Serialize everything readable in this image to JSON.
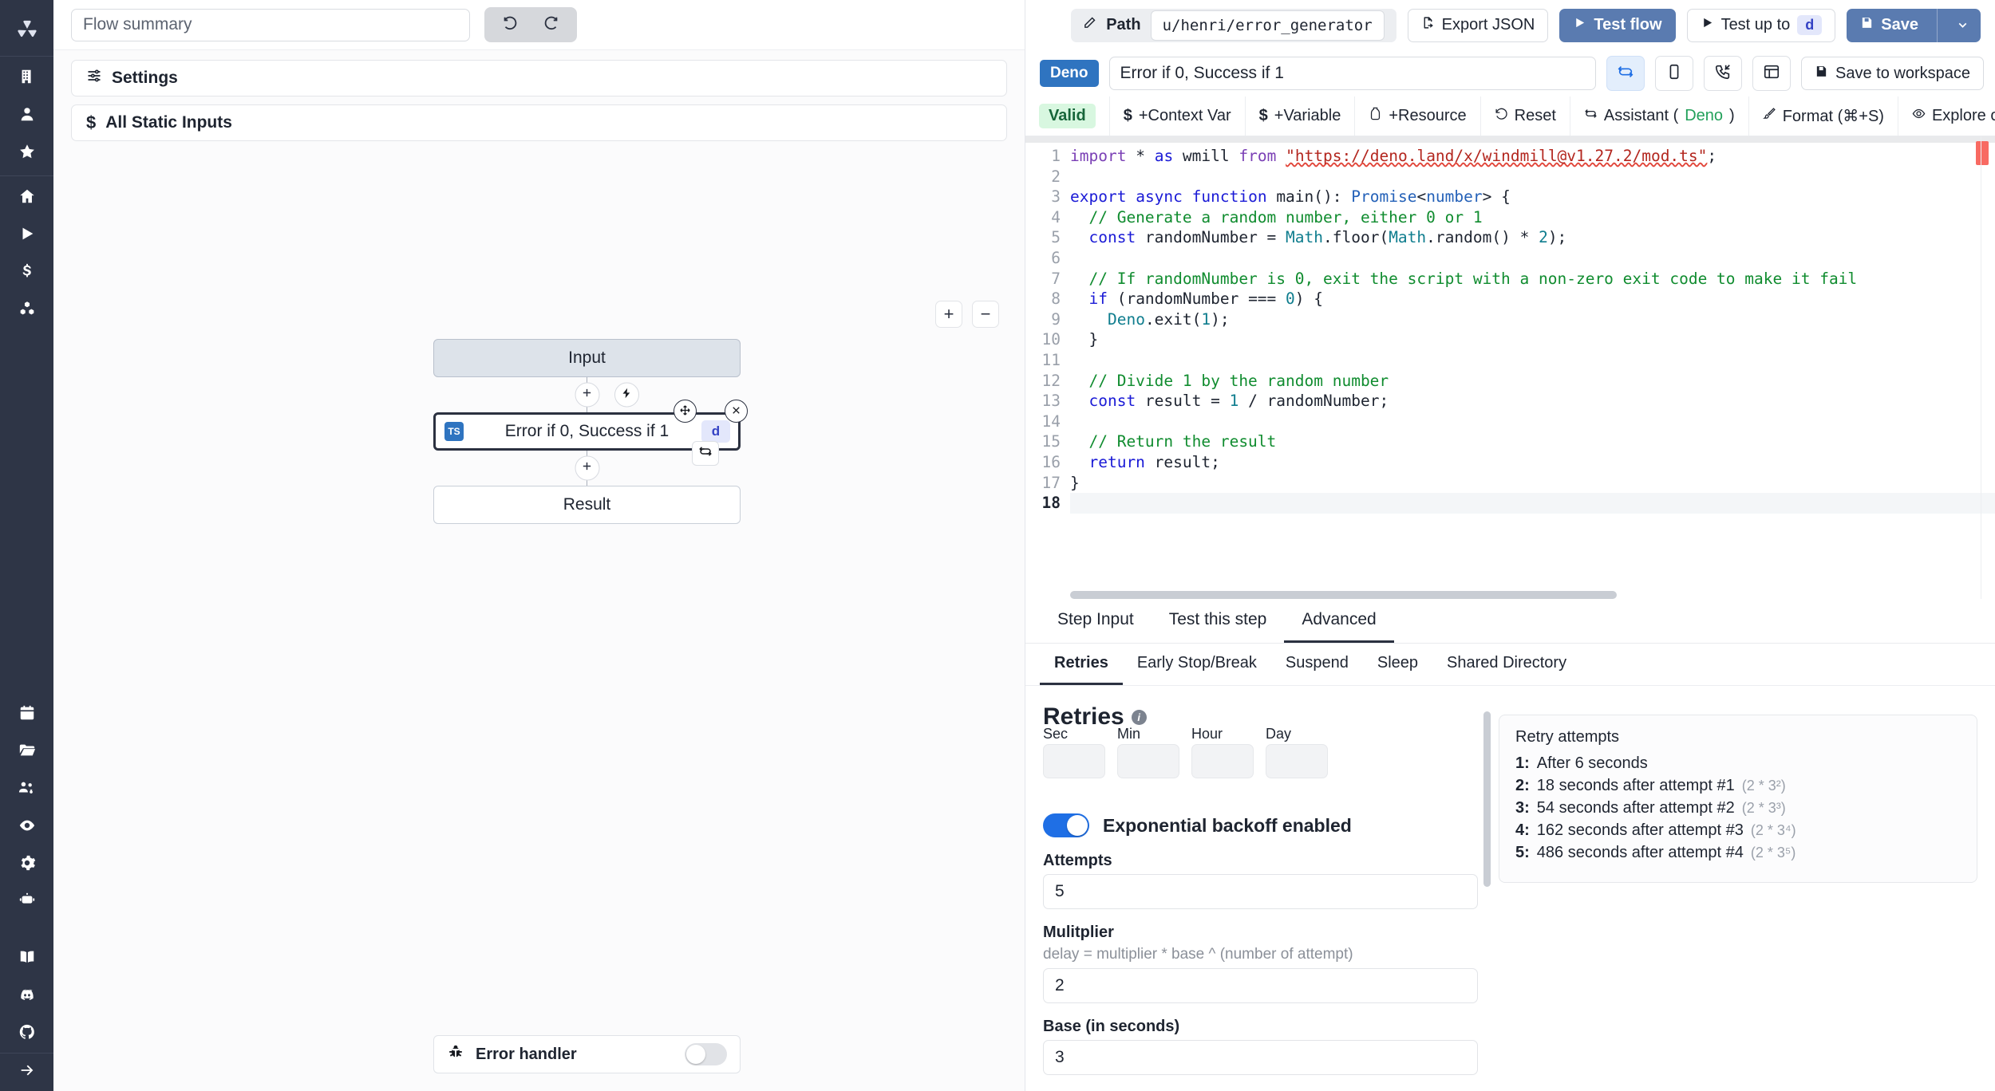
{
  "sidebar": {
    "logo_icon": "windmill-logo-icon",
    "top_items": [
      {
        "icon": "building-icon",
        "name": "workspace"
      },
      {
        "icon": "user-icon",
        "name": "profile"
      },
      {
        "icon": "star-icon",
        "name": "favorites"
      }
    ],
    "main_items": [
      {
        "icon": "home-icon",
        "name": "home"
      },
      {
        "icon": "play-icon",
        "name": "runs"
      },
      {
        "icon": "dollar-icon",
        "name": "variables"
      },
      {
        "icon": "cubes-icon",
        "name": "resources"
      }
    ],
    "lower_items": [
      {
        "icon": "calendar-icon",
        "name": "schedules"
      },
      {
        "icon": "folder-icon",
        "name": "folders"
      },
      {
        "icon": "users-cog-icon",
        "name": "groups"
      },
      {
        "icon": "eye-icon",
        "name": "audit-logs"
      },
      {
        "icon": "gear-icon",
        "name": "settings"
      },
      {
        "icon": "robot-icon",
        "name": "workers"
      }
    ],
    "footer_items": [
      {
        "icon": "book-icon",
        "name": "docs"
      },
      {
        "icon": "discord-icon",
        "name": "discord"
      },
      {
        "icon": "github-icon",
        "name": "github"
      }
    ],
    "collapse_icon": "arrow-right-icon"
  },
  "topbar": {
    "flow_summary_placeholder": "Flow summary",
    "flow_summary_value": "",
    "undo_icon": "undo-icon",
    "redo_icon": "redo-icon",
    "path_label": "Path",
    "path_edit_icon": "pencil-icon",
    "path_value": "u/henri/error_generator",
    "export_json_label": "Export JSON",
    "export_json_icon": "file-export-icon",
    "test_flow_label": "Test flow",
    "test_flow_icon": "play-icon",
    "test_up_to_label": "Test up to",
    "test_up_to_icon": "play-icon",
    "test_up_to_kbd": "d",
    "save_label": "Save",
    "save_icon": "save-icon",
    "save_caret_icon": "chevron-down-icon"
  },
  "left_panels": [
    {
      "icon": "sliders-icon",
      "label": "Settings",
      "name": "settings"
    },
    {
      "icon": "dollar-icon",
      "label": "All Static Inputs",
      "name": "all-static-inputs"
    }
  ],
  "canvas": {
    "zoom_in_label": "+",
    "zoom_out_label": "−",
    "nodes": [
      {
        "label": "Input",
        "type": "input"
      },
      {
        "label": "Error if 0, Success if 1",
        "type": "step",
        "lang_badge": "TS",
        "shortcut": "d"
      },
      {
        "label": "Result",
        "type": "result"
      }
    ],
    "add_step_icon": "plus-circle-icon",
    "branch_icon": "bolt-icon",
    "move_icon": "move-icon",
    "close_icon": "close-icon",
    "retry_icon": "retry-icon",
    "error_handler": {
      "icon": "bug-icon",
      "label": "Error handler",
      "enabled": false
    }
  },
  "step": {
    "language_badge": "Deno",
    "name_value": "Error if 0, Success if 1",
    "actions": [
      {
        "icon": "retry-icon",
        "name": "toggle-retries",
        "active": true
      },
      {
        "icon": "mobile-icon",
        "name": "mobile-preview",
        "active": false
      },
      {
        "icon": "phone-incoming-icon",
        "name": "webhooks",
        "active": false
      },
      {
        "icon": "layout-icon",
        "name": "layout",
        "active": false
      }
    ],
    "save_to_workspace_label": "Save to workspace",
    "save_to_workspace_icon": "save-icon",
    "toolbar": [
      {
        "label": "Valid",
        "name": "validity-badge",
        "style": "badge-green"
      },
      {
        "label": "+Context Var",
        "icon": "dollar-icon",
        "name": "add-context-var"
      },
      {
        "label": "+Variable",
        "icon": "dollar-icon",
        "name": "add-variable"
      },
      {
        "label": "+Resource",
        "icon": "resource-icon",
        "name": "add-resource"
      },
      {
        "label": "Reset",
        "icon": "reset-icon",
        "name": "reset"
      },
      {
        "label": "Assistant (",
        "label_accent": "Deno",
        "label_tail": ")",
        "icon": "refresh-icon",
        "name": "assistant"
      },
      {
        "label": "Format (⌘+S)",
        "icon": "brush-icon",
        "name": "format"
      },
      {
        "label": "Explore other s",
        "icon": "eye-icon",
        "name": "explore-other-scripts"
      }
    ]
  },
  "editor": {
    "current_line": 18,
    "lines": [
      {
        "n": 1,
        "tokens": [
          {
            "t": "import",
            "c": "kw2"
          },
          {
            "t": " ",
            "c": ""
          },
          {
            "t": "*",
            "c": ""
          },
          {
            "t": " ",
            "c": ""
          },
          {
            "t": "as",
            "c": "kw"
          },
          {
            "t": " wmill ",
            "c": ""
          },
          {
            "t": "from",
            "c": "kw2"
          },
          {
            "t": " ",
            "c": ""
          },
          {
            "t": "\"https://deno.land/x/windmill@v1.27.2/mod.ts\"",
            "c": "str squiggle"
          },
          {
            "t": ";",
            "c": ""
          }
        ]
      },
      {
        "n": 2,
        "tokens": []
      },
      {
        "n": 3,
        "tokens": [
          {
            "t": "export",
            "c": "kw"
          },
          {
            "t": " ",
            "c": ""
          },
          {
            "t": "async",
            "c": "kw"
          },
          {
            "t": " ",
            "c": ""
          },
          {
            "t": "function",
            "c": "kw"
          },
          {
            "t": " main",
            "c": ""
          },
          {
            "t": "()",
            "c": ""
          },
          {
            "t": ": ",
            "c": ""
          },
          {
            "t": "Promise",
            "c": "typ"
          },
          {
            "t": "<",
            "c": ""
          },
          {
            "t": "number",
            "c": "typ"
          },
          {
            "t": "> {",
            "c": ""
          }
        ]
      },
      {
        "n": 4,
        "tokens": [
          {
            "t": "  // Generate a random number, either 0 or 1",
            "c": "cmt"
          }
        ]
      },
      {
        "n": 5,
        "tokens": [
          {
            "t": "  ",
            "c": ""
          },
          {
            "t": "const",
            "c": "kw"
          },
          {
            "t": " randomNumber = ",
            "c": ""
          },
          {
            "t": "Math",
            "c": "fn"
          },
          {
            "t": ".floor(",
            "c": ""
          },
          {
            "t": "Math",
            "c": "fn"
          },
          {
            "t": ".random() ",
            "c": ""
          },
          {
            "t": "*",
            "c": ""
          },
          {
            "t": " ",
            "c": ""
          },
          {
            "t": "2",
            "c": "num"
          },
          {
            "t": ");",
            "c": ""
          }
        ]
      },
      {
        "n": 6,
        "tokens": []
      },
      {
        "n": 7,
        "tokens": [
          {
            "t": "  // If randomNumber is 0, exit the script with a non-zero exit code to make it fail",
            "c": "cmt"
          }
        ]
      },
      {
        "n": 8,
        "tokens": [
          {
            "t": "  ",
            "c": ""
          },
          {
            "t": "if",
            "c": "kw"
          },
          {
            "t": " (randomNumber === ",
            "c": ""
          },
          {
            "t": "0",
            "c": "num"
          },
          {
            "t": ") {",
            "c": ""
          }
        ]
      },
      {
        "n": 9,
        "tokens": [
          {
            "t": "    ",
            "c": ""
          },
          {
            "t": "Deno",
            "c": "fn"
          },
          {
            "t": ".exit(",
            "c": ""
          },
          {
            "t": "1",
            "c": "num"
          },
          {
            "t": ");",
            "c": ""
          }
        ]
      },
      {
        "n": 10,
        "tokens": [
          {
            "t": "  }",
            "c": ""
          }
        ]
      },
      {
        "n": 11,
        "tokens": []
      },
      {
        "n": 12,
        "tokens": [
          {
            "t": "  // Divide 1 by the random number",
            "c": "cmt"
          }
        ]
      },
      {
        "n": 13,
        "tokens": [
          {
            "t": "  ",
            "c": ""
          },
          {
            "t": "const",
            "c": "kw"
          },
          {
            "t": " result = ",
            "c": ""
          },
          {
            "t": "1",
            "c": "num"
          },
          {
            "t": " / randomNumber;",
            "c": ""
          }
        ]
      },
      {
        "n": 14,
        "tokens": []
      },
      {
        "n": 15,
        "tokens": [
          {
            "t": "  // Return the result",
            "c": "cmt"
          }
        ]
      },
      {
        "n": 16,
        "tokens": [
          {
            "t": "  ",
            "c": ""
          },
          {
            "t": "return",
            "c": "kw"
          },
          {
            "t": " result;",
            "c": ""
          }
        ]
      },
      {
        "n": 17,
        "tokens": [
          {
            "t": "}",
            "c": ""
          }
        ]
      },
      {
        "n": 18,
        "tokens": []
      }
    ]
  },
  "bottom": {
    "tabs": [
      {
        "label": "Step Input",
        "active": false
      },
      {
        "label": "Test this step",
        "active": false
      },
      {
        "label": "Advanced",
        "active": true
      }
    ],
    "subtabs": [
      {
        "label": "Retries",
        "active": true
      },
      {
        "label": "Early Stop/Break",
        "active": false
      },
      {
        "label": "Suspend",
        "active": false
      },
      {
        "label": "Sleep",
        "active": false
      },
      {
        "label": "Shared Directory",
        "active": false
      }
    ]
  },
  "retries": {
    "title": "Retries",
    "info_icon": "info-icon",
    "constant_fields": [
      {
        "label": "Sec",
        "value": ""
      },
      {
        "label": "Min",
        "value": ""
      },
      {
        "label": "Hour",
        "value": ""
      },
      {
        "label": "Day",
        "value": ""
      }
    ],
    "backoff_toggle_label": "Exponential backoff enabled",
    "backoff_enabled": true,
    "attempts_label": "Attempts",
    "attempts_value": "5",
    "multiplier_label": "Mulitplier",
    "multiplier_hint": "delay = multiplier * base ^ (number of attempt)",
    "multiplier_value": "2",
    "base_label": "Base (in seconds)",
    "base_value": "3",
    "card_title": "Retry attempts",
    "attempts_list": [
      {
        "idx": "1:",
        "text": "After 6 seconds",
        "formula": ""
      },
      {
        "idx": "2:",
        "text": "18 seconds after attempt #1",
        "formula": "(2 * 3²)"
      },
      {
        "idx": "3:",
        "text": "54 seconds after attempt #2",
        "formula": "(2 * 3³)"
      },
      {
        "idx": "4:",
        "text": "162 seconds after attempt #3",
        "formula": "(2 * 3⁴)"
      },
      {
        "idx": "5:",
        "text": "486 seconds after attempt #4",
        "formula": "(2 * 3⁵)"
      }
    ]
  },
  "colors": {
    "accent": "#1f6fe5",
    "primary_button": "#5a7bb0",
    "sidebar": "#2e3546",
    "valid_badge": "#d8f7e0",
    "deno_badge": "#2f74c0"
  }
}
